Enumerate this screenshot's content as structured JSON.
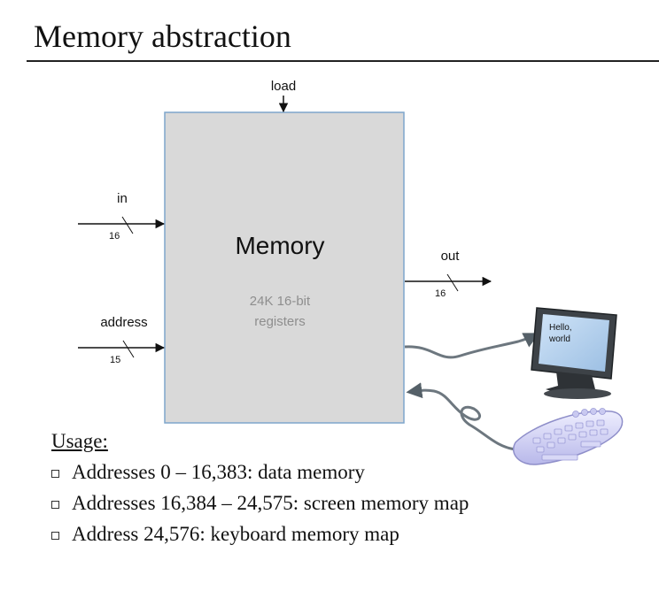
{
  "slide": {
    "title": "Memory abstraction"
  },
  "diagram": {
    "chip_label": "Memory",
    "chip_sublabel_line1": "24K 16-bit",
    "chip_sublabel_line2": "registers",
    "load_label": "load",
    "in_label": "in",
    "in_width": "16",
    "address_label": "address",
    "address_width": "15",
    "out_label": "out",
    "out_width": "16",
    "screen_text_line1": "Hello,",
    "screen_text_line2": "world"
  },
  "usage": {
    "heading": "Usage:",
    "items": [
      "Addresses 0 – 16,383: data memory",
      "Addresses 16,384 – 24,575: screen memory map",
      "Address 24,576: keyboard memory map"
    ]
  }
}
